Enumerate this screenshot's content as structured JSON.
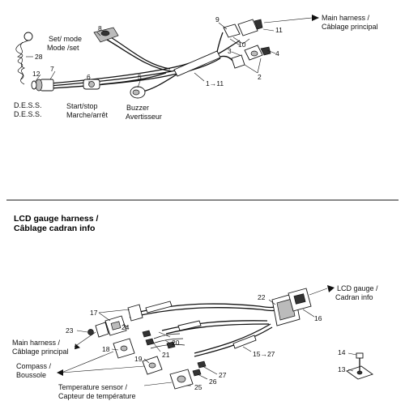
{
  "top": {
    "set_mode_en": "Set/ mode",
    "set_mode_fr": "Mode /set",
    "dess_en": "D.E.S.S.",
    "dess_fr": "D.E.S.S.",
    "start_stop_en": "Start/stop",
    "start_stop_fr": "Marche/arrêt",
    "buzzer_en": "Buzzer",
    "buzzer_fr": "Avertisseur",
    "main_harness_en": "Main harness  /",
    "main_harness_fr": "Câblage principal",
    "callouts": {
      "n28": "28",
      "n12": "12",
      "n7": "7",
      "n8": "8",
      "n6": "6",
      "n5": "5",
      "n9": "9",
      "n10": "10",
      "n3": "3",
      "n4": "4",
      "n11": "11",
      "n2": "2",
      "n1_11": "1→11"
    }
  },
  "lcd": {
    "title_en": "LCD gauge harness /",
    "title_fr": "Câblage cadran info",
    "main_harness_en": "Main harness /",
    "main_harness_fr": "Câblage principal",
    "compass_en": "Compass /",
    "compass_fr": "Boussole",
    "temp_sensor_en": "Temperature sensor /",
    "temp_sensor_fr": "Capteur de température",
    "lcd_gauge_en": "LCD gauge /",
    "lcd_gauge_fr": "Cadran info",
    "callouts": {
      "n17": "17",
      "n23": "23",
      "n24": "24",
      "n18": "18",
      "n19": "19",
      "n20": "20",
      "n21": "21",
      "n22": "22",
      "n16": "16",
      "n15_27": "15→27",
      "n27": "27",
      "n26": "26",
      "n25": "25",
      "n14": "14",
      "n13": "13"
    }
  }
}
